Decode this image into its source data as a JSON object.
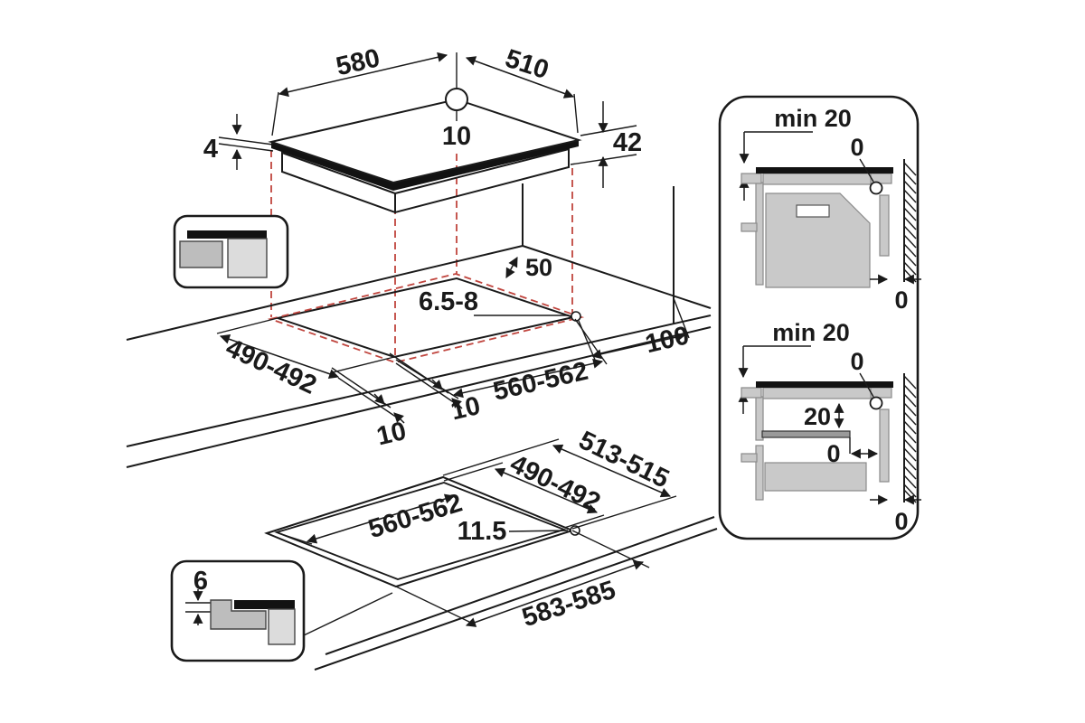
{
  "colors": {
    "line": "#1a1a1a",
    "projection_red": "#c0453e",
    "gray_mid": "#bdbdbd",
    "gray_light": "#dcdcdc",
    "black_fill": "#121212"
  },
  "hob_top_view": {
    "width": "580",
    "depth": "510",
    "rear_center_offset": "10",
    "glass_thickness": "4",
    "body_height": "42"
  },
  "worktop_cutout": {
    "rear_clearance": "50",
    "corner_radius": "6.5-8",
    "depth": "490-492",
    "width": "560-562",
    "side_clearance": "100",
    "overhang_front": "10",
    "overhang_side": "10"
  },
  "flush_cutout": {
    "outer_depth": "513-515",
    "inner_depth": "490-492",
    "inner_width": "560-562",
    "corner_radius": "11.5",
    "outer_width": "583-585"
  },
  "flush_detail": {
    "recess_depth": "6"
  },
  "clearance_sections": {
    "above_oven": {
      "min_clearance": "min 20",
      "wall_gap": "0",
      "side_gap": "0"
    },
    "above_shelf": {
      "min_clearance": "min 20",
      "wall_gap": "0",
      "hob_to_shelf": "20",
      "shelf_gap": "0",
      "side_gap": "0"
    }
  }
}
